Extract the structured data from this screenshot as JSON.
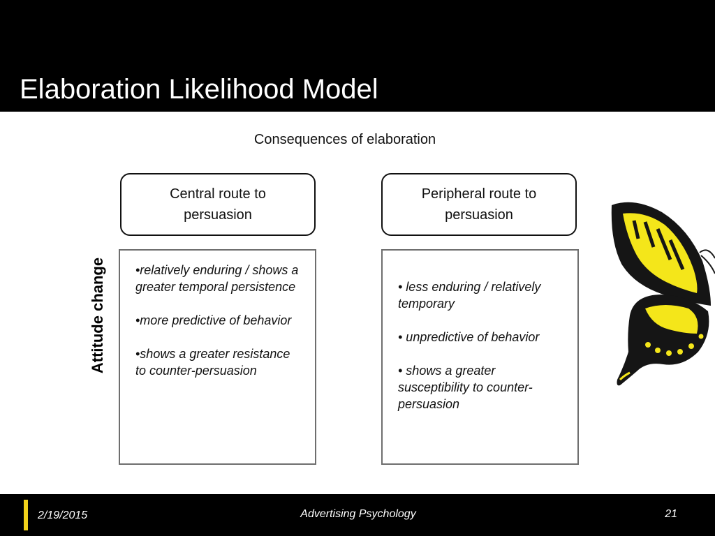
{
  "slide": {
    "title": "Elaboration Likelihood Model",
    "subtitle": "Consequences of elaboration",
    "axis_label": "Attitude change"
  },
  "central": {
    "heading": "Central route to persuasion",
    "bullets": [
      "•relatively enduring / shows a greater temporal persistence",
      "•more predictive of behavior",
      "•shows a greater resistance to counter-persuasion"
    ]
  },
  "peripheral": {
    "heading": "Peripheral route to persuasion",
    "bullets": [
      "• less enduring / relatively temporary",
      "• unpredictive of behavior",
      "• shows a greater susceptibility to counter-persuasion"
    ]
  },
  "footer": {
    "date": "2/19/2015",
    "course": "Advertising Psychology",
    "page": "21"
  },
  "colors": {
    "background_bar": "#000000",
    "accent": "#f2d21b"
  }
}
